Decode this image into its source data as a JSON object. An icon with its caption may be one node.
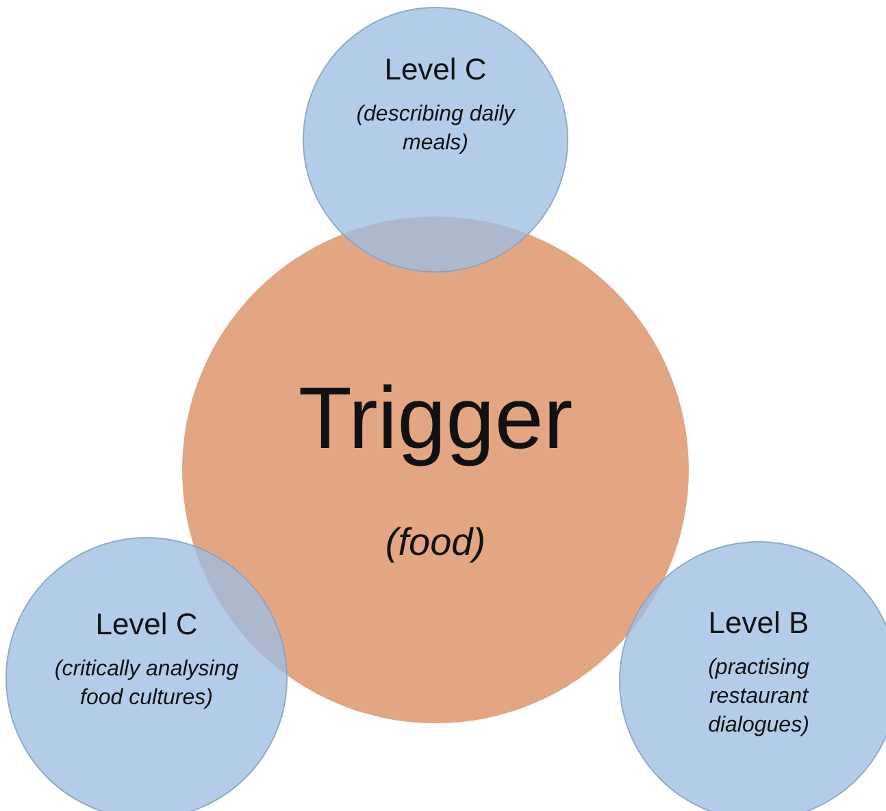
{
  "diagram": {
    "nodes": [
      {
        "text": [
          "Trigger",
          "(food)"
        ]
      },
      {
        "text": [
          "Level C",
          "(describing daily meals)"
        ]
      },
      {
        "text": [
          "Level C",
          "(critically analysing food cultures)"
        ]
      },
      {
        "text": [
          "Level B",
          "(practising restaurant dialogues)"
        ]
      }
    ]
  }
}
